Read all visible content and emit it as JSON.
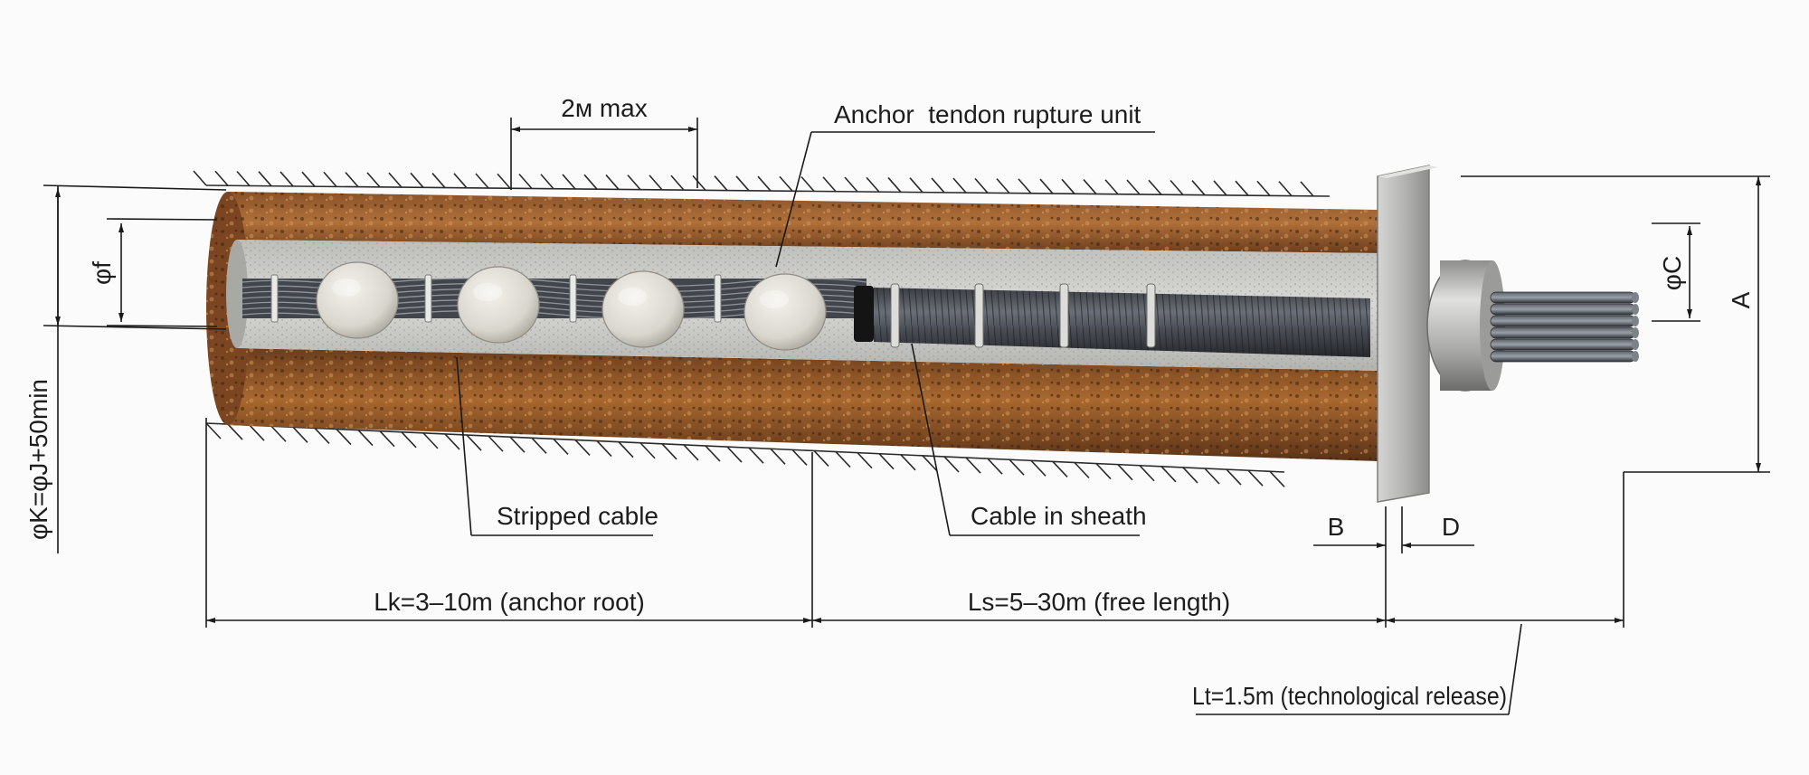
{
  "labels": {
    "spacing": "2м max",
    "rupture_unit": "Anchor  tendon rupture unit",
    "phi_f": "φf",
    "phi_k": "φK=φJ+50min",
    "phi_c": "φC",
    "dim_a": "A",
    "dim_b": "B",
    "dim_d": "D",
    "stripped_cable": "Stripped cable",
    "cable_in_sheath": "Cable in sheath",
    "anchor_root": "Lk=3–10m (anchor root)",
    "free_length": "Ls=5–30m (free length)",
    "release": "Lt=1.5m (technological release)"
  },
  "colors": {
    "soil_dark": "#6b3d1c",
    "soil_light": "#b0703a",
    "grout": "#cfcfcc",
    "centralizer": "#e4e2dc",
    "strand": "#3a3d42",
    "plate": "#b5b5b3",
    "line": "#1a1a1a"
  }
}
